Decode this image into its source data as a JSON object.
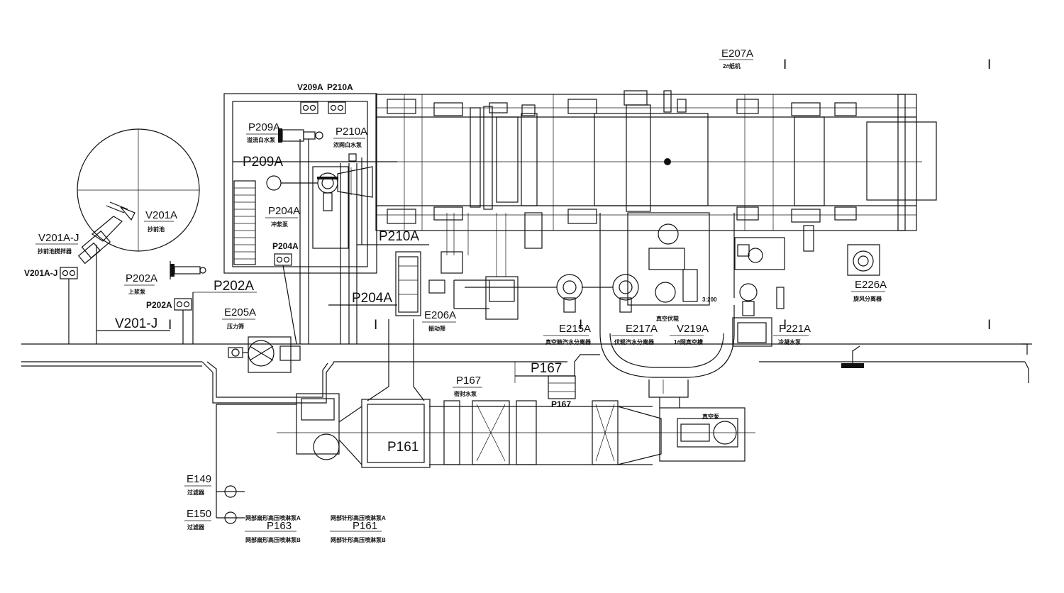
{
  "drawing": {
    "top_labels": {
      "v209a": "V209A",
      "p210a": "P210A"
    },
    "e207a": {
      "tag": "E207A",
      "desc": "2#纸机"
    },
    "p209a_pump": {
      "tag": "P209A",
      "desc": "溢流白水泵"
    },
    "p210a_pump": {
      "tag": "P210A",
      "desc": "浓网白水泵"
    },
    "p209a_line": "P209A",
    "p204a_pump": {
      "tag": "P204A",
      "desc": "冲浆泵"
    },
    "p204a_box": "P204A",
    "p210a_line": "P210A",
    "p204a_line": "P204A",
    "v201a": {
      "tag": "V201A",
      "desc": "抄前池"
    },
    "v201a_j": {
      "tag": "V201A-J",
      "desc": "抄前池搅拌器"
    },
    "v201a_j_box": "V201A-J",
    "p202a_pump": {
      "tag": "P202A",
      "desc": "上浆泵"
    },
    "p202a_box": "P202A",
    "p202a_line": "P202A",
    "v201_j_line": "V201-J",
    "e205a": {
      "tag": "E205A",
      "desc": "压力筛"
    },
    "e206a": {
      "tag": "E206A",
      "desc": "振动筛"
    },
    "e215a": {
      "tag": "E215A",
      "desc": "真空箱汽水分离器"
    },
    "e217a": {
      "tag": "E217A",
      "desc": "伏辊汽水分离器"
    },
    "v219a": {
      "tag": "V219A",
      "desc": "1#网真空槽"
    },
    "p221a": {
      "tag": "P221A",
      "desc": "冷凝水泵"
    },
    "e226a": {
      "tag": "E226A",
      "desc": "旋风分离器"
    },
    "p167_line": "P167",
    "p167_pump": {
      "tag": "P167",
      "desc": "密封水泵"
    },
    "p167_small": "P167",
    "p161_box": "P161",
    "e149": {
      "tag": "E149",
      "desc": "过滤器"
    },
    "e150": {
      "tag": "E150",
      "desc": "过滤器"
    },
    "p163_legend": {
      "a": "网部扇形高压喷淋泵A",
      "tag": "P163",
      "b": "网部扇形高压喷淋泵B"
    },
    "p161_legend": {
      "a": "网部针形高压喷淋泵A",
      "tag": "P161",
      "b": "网部针形高压喷淋泵B"
    },
    "small_notes": {
      "hood": "真空伏辊",
      "vac_lbl": "3:200",
      "sep": "1#网真空槽",
      "motor": "真空泵"
    },
    "section_mark": "I"
  }
}
